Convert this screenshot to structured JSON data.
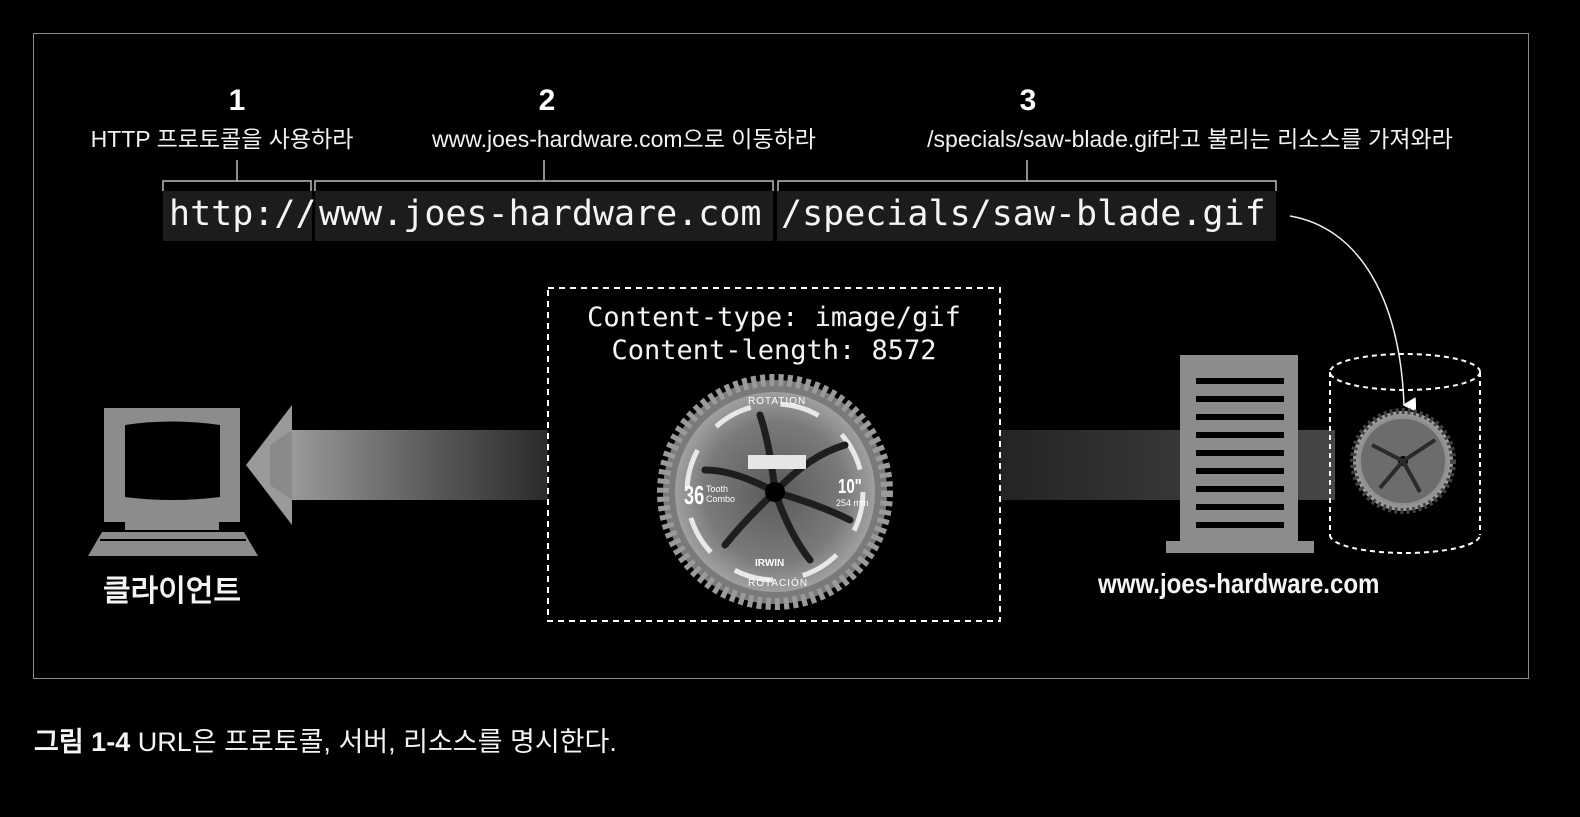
{
  "url_parts": [
    {
      "num": "1",
      "desc": "HTTP 프로토콜을 사용하라",
      "text": "http://"
    },
    {
      "num": "2",
      "desc": "www.joes-hardware.com으로 이동하라",
      "text": "www.joes-hardware.com"
    },
    {
      "num": "3",
      "desc": "/specials/saw-blade.gif라고 불리는 리소스를 가져와라",
      "text": "/specials/saw-blade.gif"
    }
  ],
  "response_headers": [
    "Content-type: image/gif",
    "Content-length: 8572"
  ],
  "client_label": "클라이언트",
  "server_label": "www.joes-hardware.com",
  "saw_blade": {
    "brand": "IRWIN",
    "teeth": "36",
    "teeth_label": "Tooth Combo",
    "size": "10\"",
    "size_mm": "254 mm",
    "rotation_top": "ROTATION",
    "rotation_bottom": "ROTACIÓN"
  },
  "caption": {
    "figure": "그림 1-4",
    "text": " URL은 프로토콜, 서버, 리소스를 명시한다."
  },
  "colors": {
    "background": "#000000",
    "frame": "#8a8a8a",
    "device_gray": "#8c8c8c",
    "text": "#f4f4f4"
  }
}
